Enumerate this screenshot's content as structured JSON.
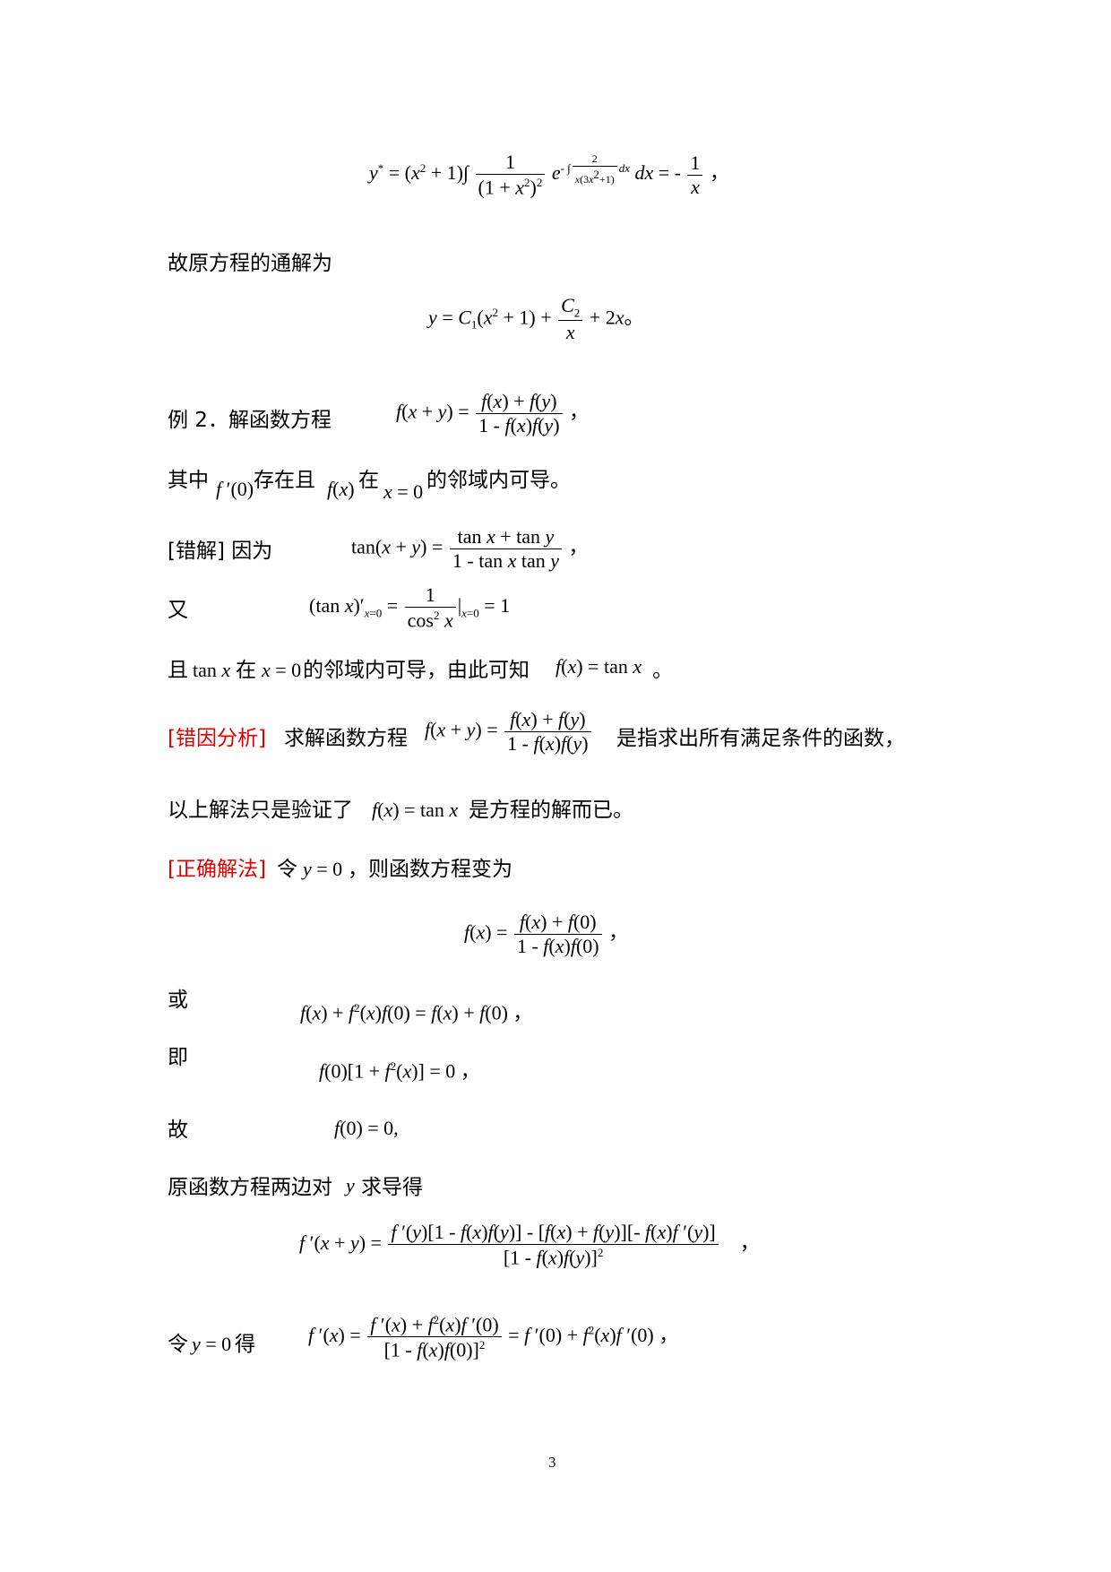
{
  "text": {
    "general_solution_intro": "故原方程的通解为",
    "example_title": "例 2．解函数方程",
    "condition_a": "其中",
    "condition_b": "存在且",
    "condition_c": "在",
    "condition_d": "的邻域内可导。",
    "wrong_solution_tag": "[错解]",
    "because": "因为",
    "also": "又",
    "and_tan": "且",
    "tan_zai": "在",
    "tan_diff": "的邻域内可导，由此可知",
    "period": "。",
    "wrong_analysis_tag": "[错因分析]",
    "wrong_analysis_a": "求解函数方程",
    "wrong_analysis_b": "是指求出所有满足条件的函数，",
    "verify_a": "以上解法只是验证了",
    "verify_b": "是方程的解而已。",
    "correct_tag": "[正确解法]",
    "let": "令",
    "then_becomes": "，则函数方程变为",
    "or": "或",
    "ie": "即",
    "therefore": "故",
    "diff_a": "原函数方程两边对",
    "diff_b": "求导得",
    "let2": "令",
    "de": "得",
    "comma": "，"
  },
  "page_number": "3"
}
